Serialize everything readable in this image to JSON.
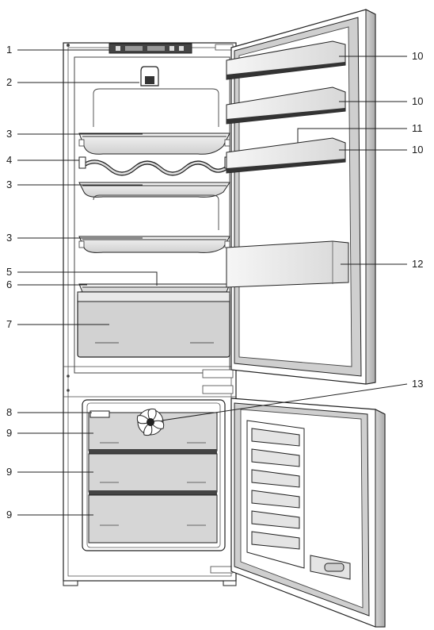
{
  "callouts": [
    {
      "number": "1",
      "side": "left"
    },
    {
      "number": "2",
      "side": "left"
    },
    {
      "number": "3",
      "side": "left"
    },
    {
      "number": "4",
      "side": "left"
    },
    {
      "number": "3",
      "side": "left"
    },
    {
      "number": "3",
      "side": "left"
    },
    {
      "number": "5",
      "side": "left"
    },
    {
      "number": "6",
      "side": "left"
    },
    {
      "number": "7",
      "side": "left"
    },
    {
      "number": "8",
      "side": "left"
    },
    {
      "number": "9",
      "side": "left"
    },
    {
      "number": "9",
      "side": "left"
    },
    {
      "number": "9",
      "side": "left"
    },
    {
      "number": "10",
      "side": "right"
    },
    {
      "number": "10",
      "side": "right"
    },
    {
      "number": "11",
      "side": "right"
    },
    {
      "number": "10",
      "side": "right"
    },
    {
      "number": "12",
      "side": "right"
    },
    {
      "number": "13",
      "side": "right"
    }
  ],
  "colors": {
    "line": "#222222",
    "shelf_fill": "#e6e6e6",
    "crisper_fill": "#d2d2d2",
    "door_frame": "#cfcfcf",
    "door_edge": "#b9b9b9"
  }
}
